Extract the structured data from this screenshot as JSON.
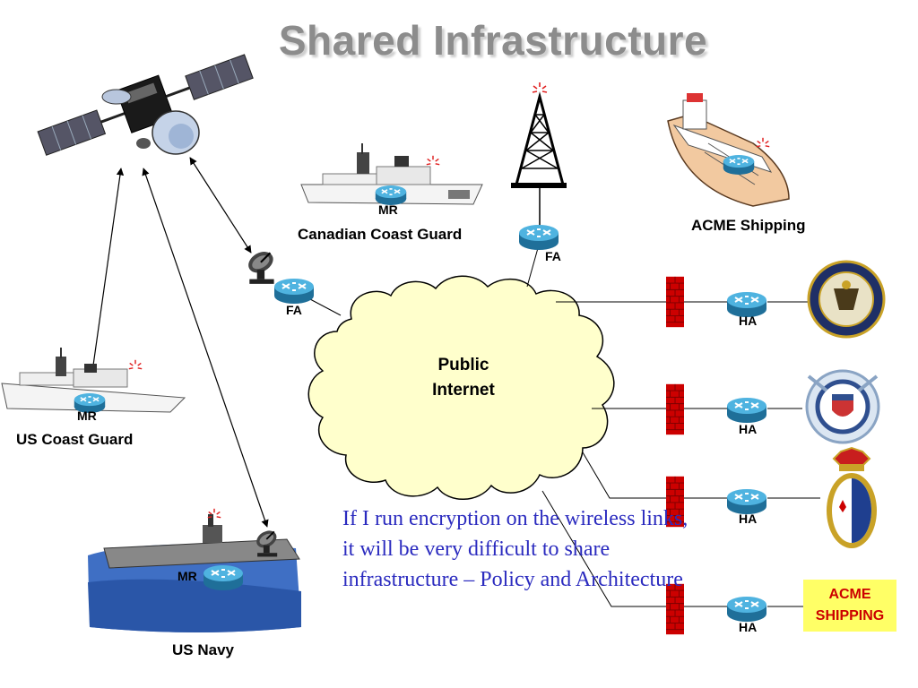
{
  "title": "Shared Infrastructure",
  "cloud": {
    "line1": "Public",
    "line2": "Internet"
  },
  "labels": {
    "canadian_mr": "MR",
    "canadian_name": "Canadian Coast Guard",
    "fa_tower": "FA",
    "acme_ship_name": "ACME Shipping",
    "fa_dish": "FA",
    "usc_mr": "MR",
    "usc_name": "US Coast Guard",
    "navy_mr": "MR",
    "navy_name": "US Navy",
    "ha1": "HA",
    "ha2": "HA",
    "ha3": "HA",
    "ha4": "HA"
  },
  "acme_logo": {
    "line1": "ACME",
    "line2": "SHIPPING"
  },
  "note": "If I run encryption on the wireless links, it will be very difficult to share infrastructure – Policy and Architecture",
  "colors": {
    "title": "#8c8c8c",
    "cloud_fill": "#ffffcc",
    "router": "#3399cc",
    "firewall": "#cc0000",
    "note_text": "#2b2bbf",
    "acme_box": "#ffff66",
    "acme_text": "#cc0000"
  }
}
